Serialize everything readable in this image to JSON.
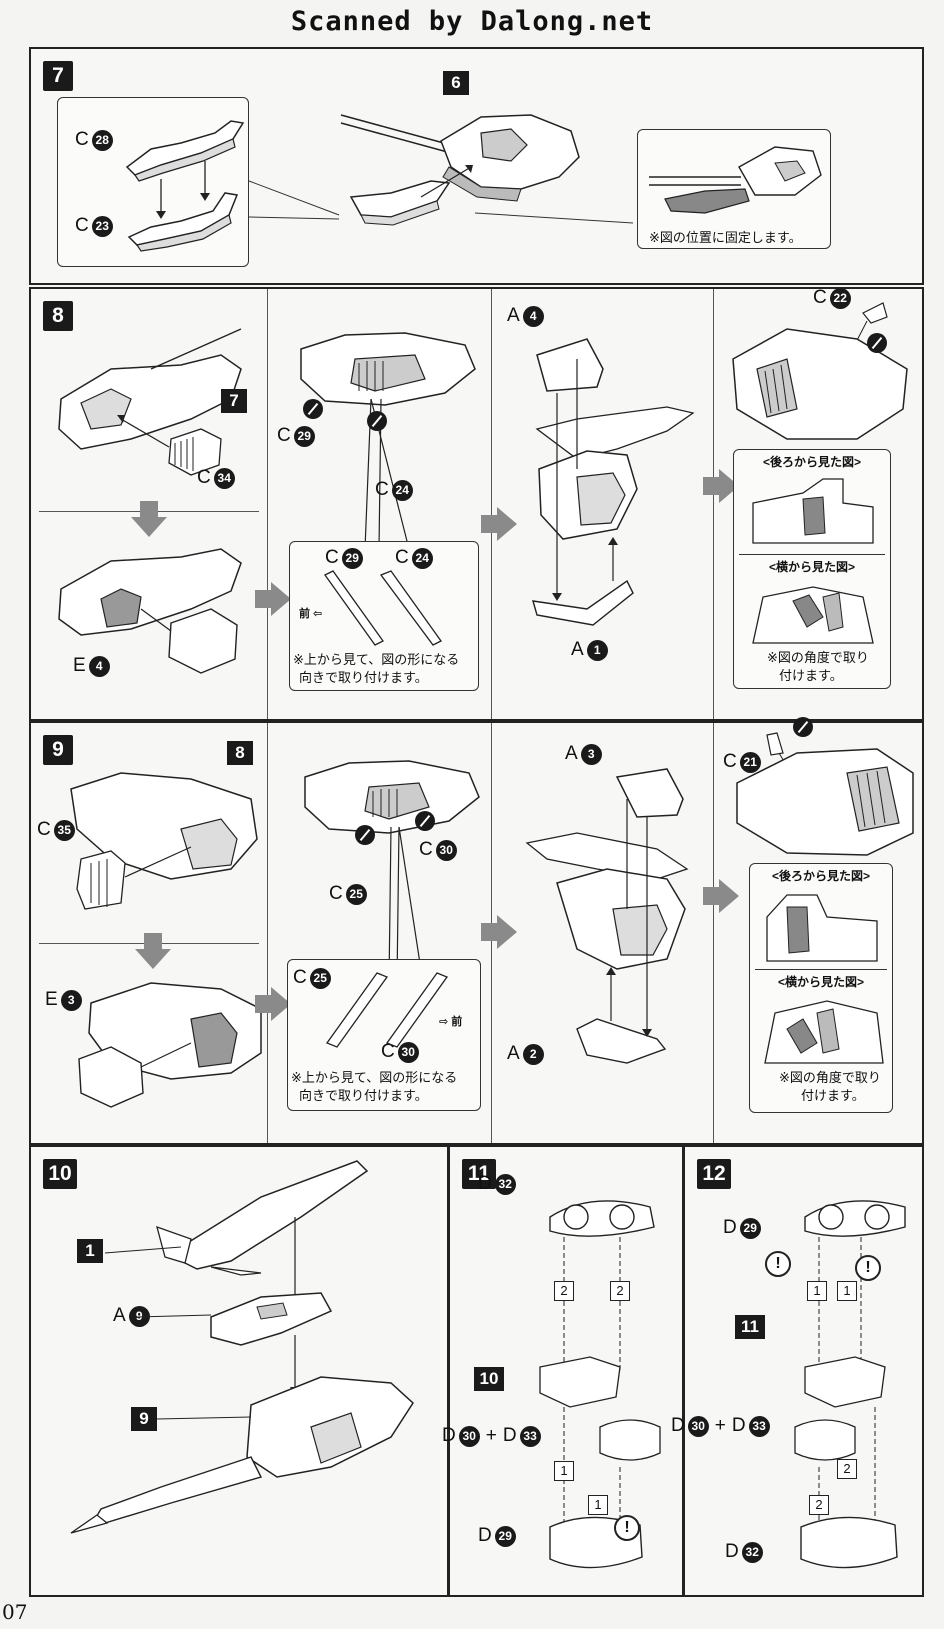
{
  "header": {
    "title": "Scanned by Dalong.net"
  },
  "page_number": "07",
  "step7": {
    "step": "7",
    "ref": "6",
    "parts": [
      {
        "letter": "C",
        "num": "28"
      },
      {
        "letter": "C",
        "num": "23"
      }
    ],
    "note": "※図の位置に固定します。"
  },
  "step8": {
    "step": "8",
    "ref": "7",
    "col1_parts": [
      {
        "letter": "C",
        "num": "34"
      },
      {
        "letter": "E",
        "num": "4"
      }
    ],
    "col2_parts": [
      {
        "letter": "C",
        "num": "29"
      },
      {
        "letter": "C",
        "num": "24"
      }
    ],
    "col2_note": {
      "forward": "前",
      "line1": "※上から見て、図の形になる",
      "line2": "向きで取り付けます。"
    },
    "col3_parts": [
      {
        "letter": "A",
        "num": "4"
      },
      {
        "letter": "A",
        "num": "1"
      }
    ],
    "col4_part": {
      "letter": "C",
      "num": "22"
    },
    "view_back": "<後ろから見た図>",
    "view_side": "<横から見た図>",
    "col4_note": {
      "line1": "※図の角度で取り",
      "line2": "付けます。"
    }
  },
  "step9": {
    "step": "9",
    "ref": "8",
    "col1_parts": [
      {
        "letter": "C",
        "num": "35"
      },
      {
        "letter": "E",
        "num": "3"
      }
    ],
    "col2_parts": [
      {
        "letter": "C",
        "num": "30"
      },
      {
        "letter": "C",
        "num": "25"
      }
    ],
    "col2_note": {
      "forward": "前",
      "line1": "※上から見て、図の形になる",
      "line2": "向きで取り付けます。"
    },
    "col3_parts": [
      {
        "letter": "A",
        "num": "3"
      },
      {
        "letter": "A",
        "num": "2"
      }
    ],
    "col4_part": {
      "letter": "C",
      "num": "21"
    },
    "view_back": "<後ろから見た図>",
    "view_side": "<横から見た図>",
    "col4_note": {
      "line1": "※図の角度で取り",
      "line2": "付けます。"
    }
  },
  "step10": {
    "step": "10",
    "refs": [
      "1",
      "9"
    ],
    "part": {
      "letter": "A",
      "num": "9"
    }
  },
  "step11": {
    "step": "11",
    "ref": "10",
    "parts": [
      {
        "letter": "D",
        "num": "32"
      },
      {
        "letter": "D",
        "num": "30"
      },
      {
        "letter": "D",
        "num": "33"
      },
      {
        "letter": "D",
        "num": "29"
      }
    ],
    "plus": "+",
    "order": [
      "2",
      "2",
      "1",
      "1"
    ],
    "warn": "!"
  },
  "step12": {
    "step": "12",
    "ref": "11",
    "parts": [
      {
        "letter": "D",
        "num": "29"
      },
      {
        "letter": "D",
        "num": "30"
      },
      {
        "letter": "D",
        "num": "33"
      },
      {
        "letter": "D",
        "num": "32"
      }
    ],
    "plus": "+",
    "order": [
      "1",
      "1",
      "2",
      "2"
    ],
    "warn": "!"
  }
}
